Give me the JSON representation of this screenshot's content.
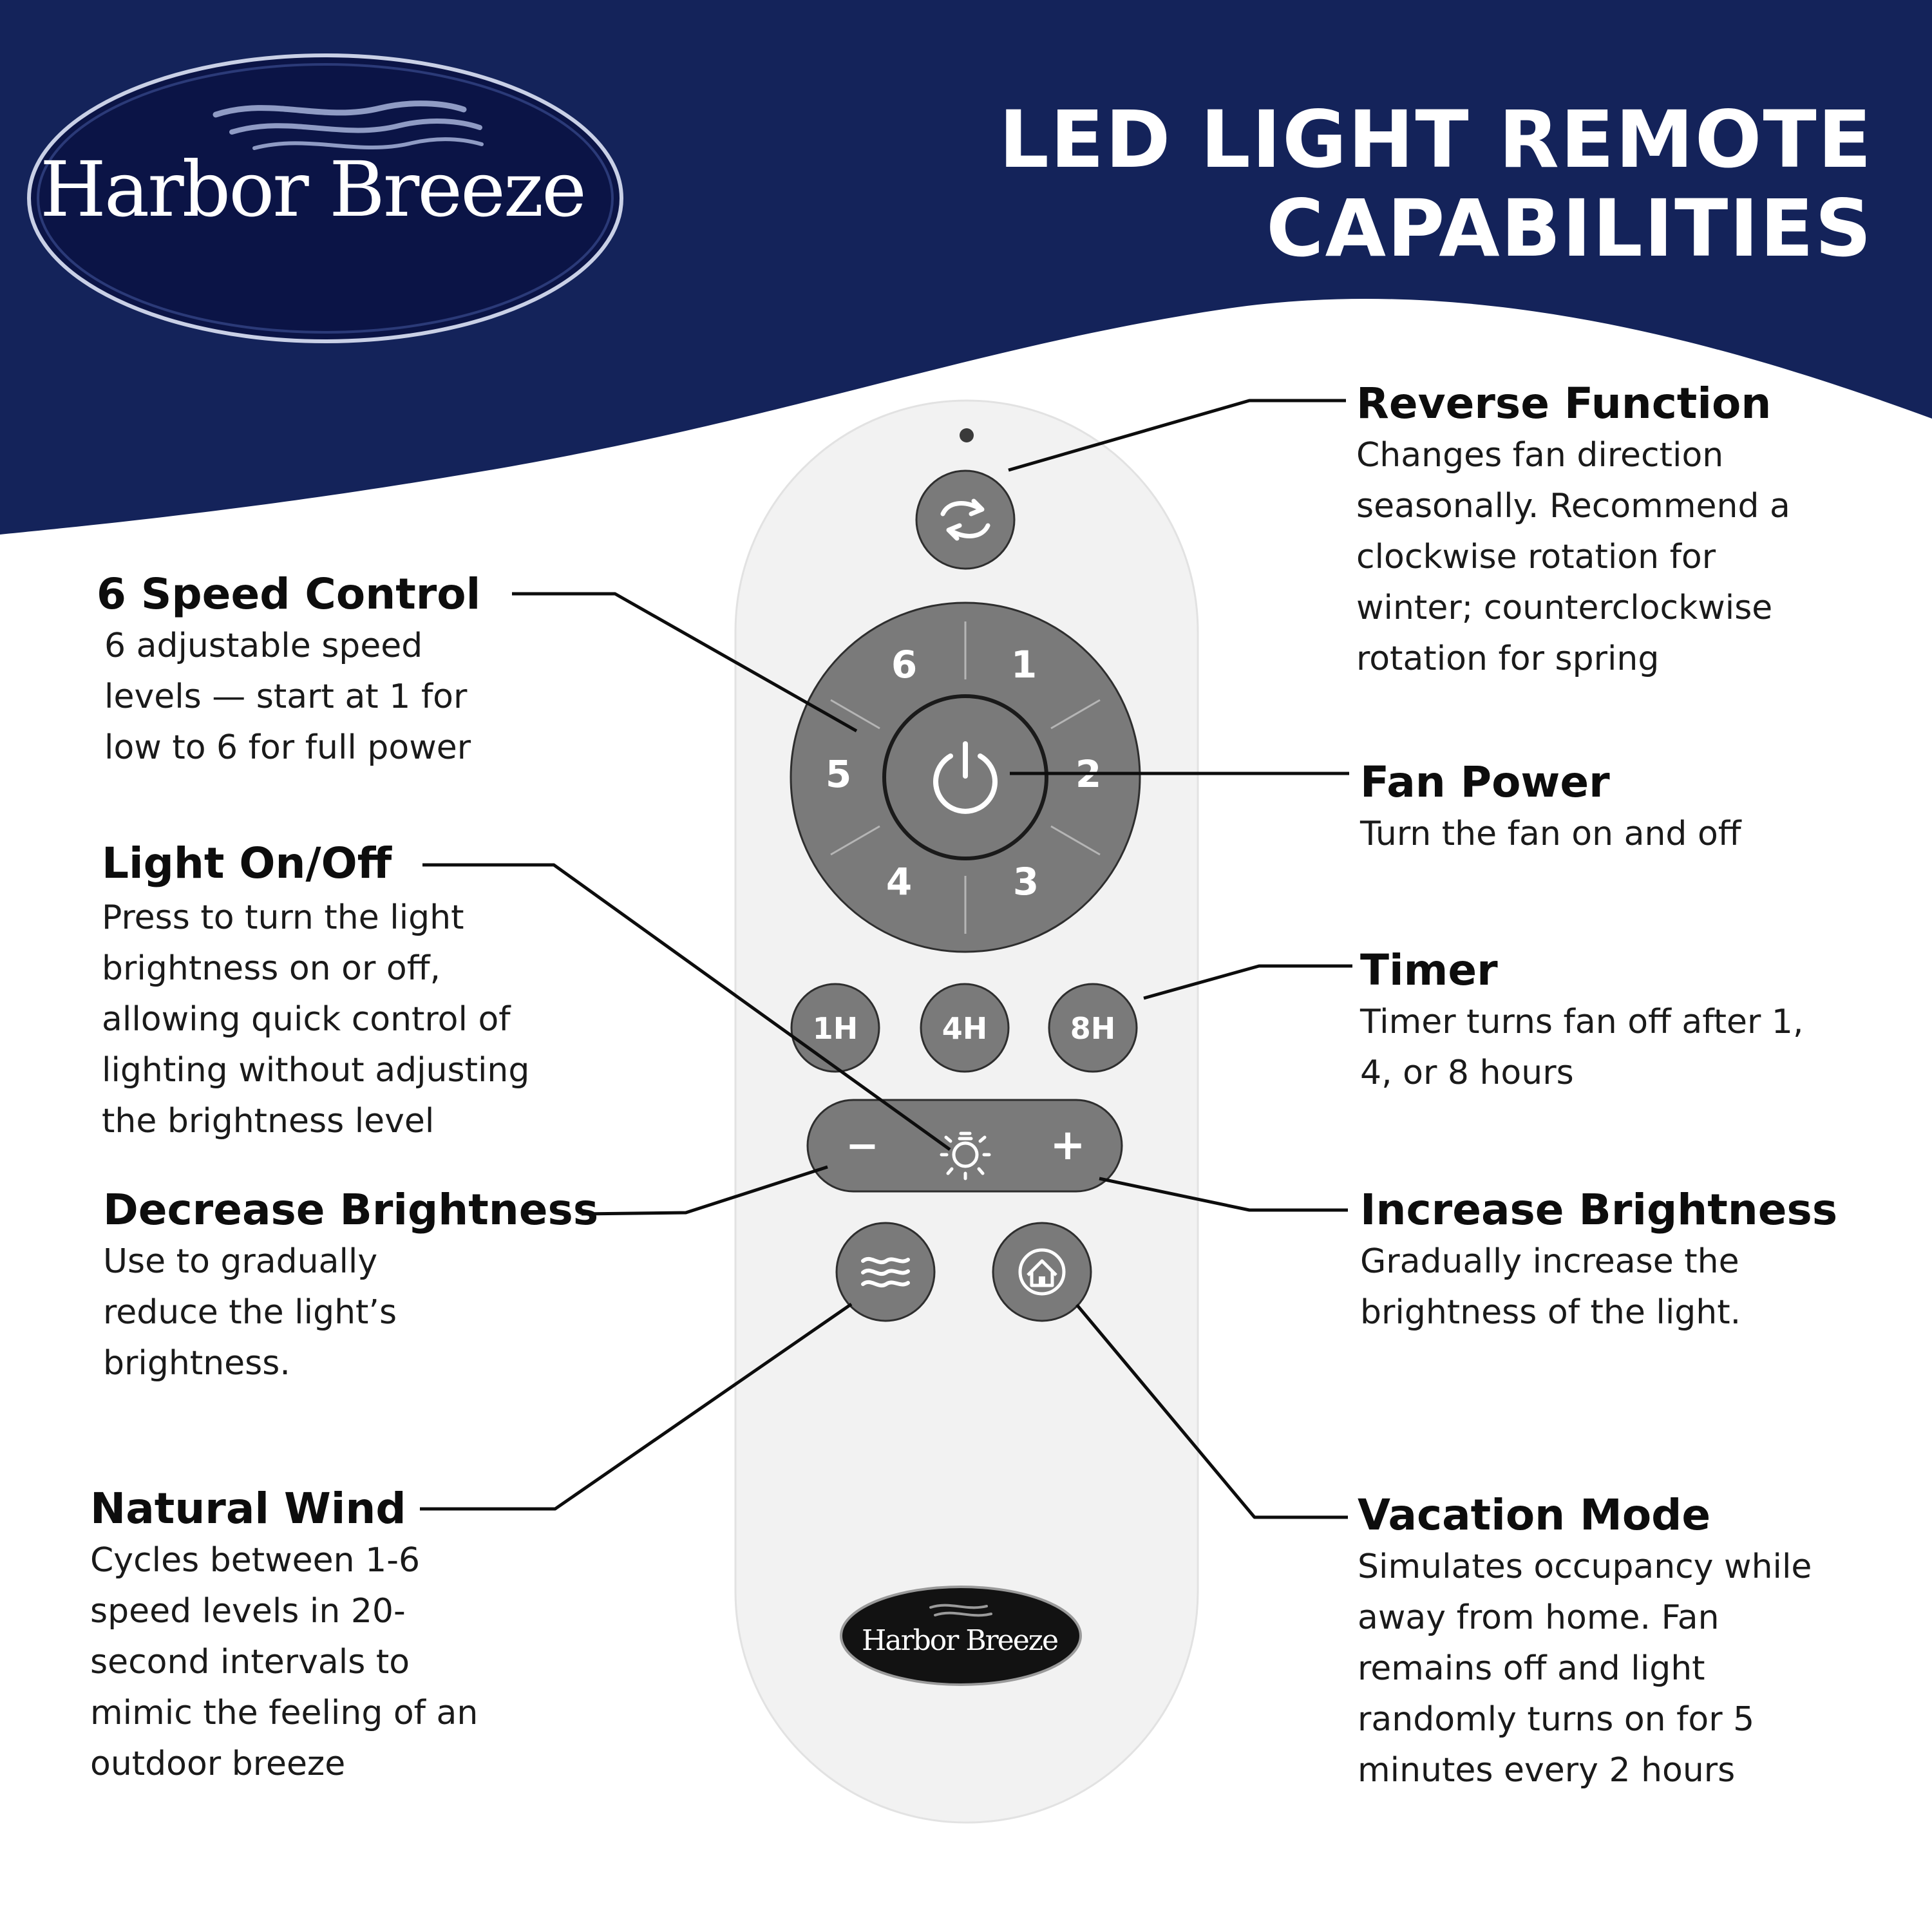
{
  "header": {
    "brand": "Harbor Breeze",
    "title_lines": [
      "LED LIGHT REMOTE",
      "CAPABILITIES"
    ],
    "colors": {
      "navy": "#14235a",
      "white": "#ffffff"
    }
  },
  "remote": {
    "body_color": "#f3f3f3",
    "button_color": "#7a7a7a",
    "brand": "Harbor Breeze",
    "speed_labels": [
      "6",
      "1",
      "2",
      "3",
      "4",
      "5"
    ],
    "timer_labels": [
      "1H",
      "4H",
      "8H"
    ],
    "minus_symbol": "−",
    "plus_symbol": "+",
    "icons": [
      "reverse-arrows-icon",
      "power-icon",
      "light-bulb-icon",
      "wind-waves-icon",
      "home-icon"
    ]
  },
  "callouts": [
    {
      "id": "reverse",
      "title": "Reverse Function",
      "lines": [
        "Changes fan direction",
        "seasonally.  Recommend a",
        "clockwise rotation for",
        "winter; counterclockwise",
        "rotation for spring"
      ]
    },
    {
      "id": "speed",
      "title": "6 Speed Control",
      "lines": [
        "6 adjustable speed",
        "levels — start at 1 for",
        "low to 6 for full power"
      ]
    },
    {
      "id": "fan-power",
      "title": "Fan Power",
      "lines": [
        "Turn the fan on and off"
      ]
    },
    {
      "id": "light",
      "title": "Light On/Off",
      "lines": [
        "Press to turn the light",
        "brightness on or off,",
        "allowing quick control of",
        "lighting without adjusting",
        "the brightness level"
      ]
    },
    {
      "id": "timer",
      "title": "Timer",
      "lines": [
        "Timer turns fan off after 1,",
        "4, or 8 hours"
      ]
    },
    {
      "id": "decrease",
      "title": "Decrease Brightness",
      "lines": [
        "Use to gradually",
        "reduce the light’s",
        "brightness."
      ]
    },
    {
      "id": "increase",
      "title": "Increase Brightness",
      "lines": [
        "Gradually increase the",
        "brightness of the light."
      ]
    },
    {
      "id": "wind",
      "title": "Natural Wind",
      "lines": [
        "Cycles between 1-6",
        "speed levels in 20-",
        "second intervals to",
        "mimic the feeling of an",
        "outdoor breeze"
      ]
    },
    {
      "id": "vacation",
      "title": "Vacation Mode",
      "lines": [
        "Simulates occupancy while",
        "away from home.  Fan",
        "remains off and light",
        "randomly turns on for 5",
        "minutes every 2 hours"
      ]
    }
  ]
}
